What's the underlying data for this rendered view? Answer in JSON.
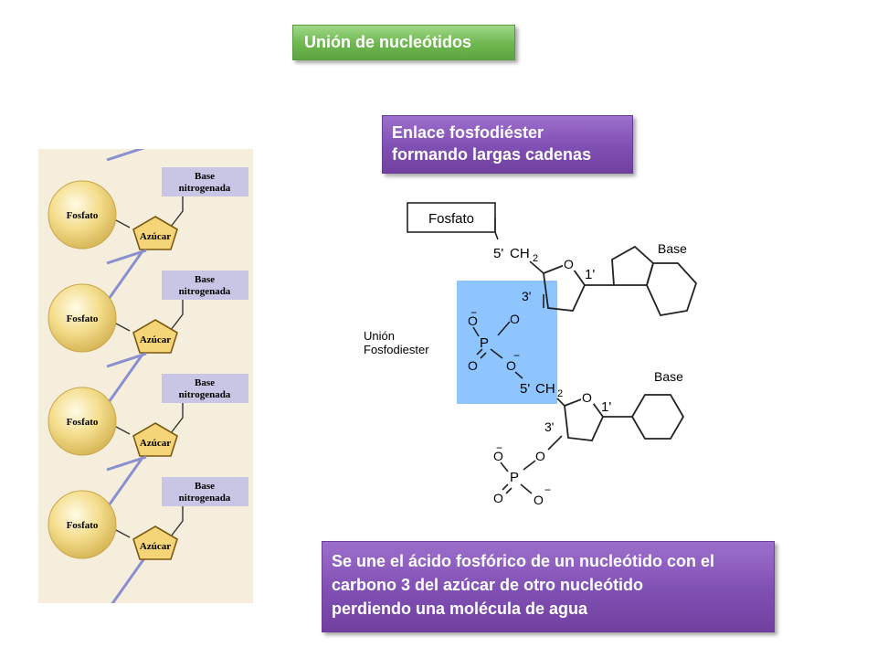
{
  "title": "Unión de nucleótidos",
  "callout_top": {
    "line1": "Enlace fosfodiéster",
    "line2": "formando largas cadenas"
  },
  "callout_bottom": {
    "line1": "Se une el ácido fosfórico de un nucleótido con el",
    "line2": "carbono 3 del azúcar de otro nucleótido",
    "line3": "perdiendo una molécula de agua"
  },
  "left_diagram": {
    "phosphate_label": "Fosfato",
    "sugar_label": "Azúcar",
    "base_line1": "Base",
    "base_line2": "nitrogenada",
    "units": 4,
    "colors": {
      "panel": "#f6eedd",
      "backbone": "#8a8fd0",
      "base_box": "#c9c5e4",
      "sphere": "#f4dd8c",
      "sugar": "#f6d478"
    }
  },
  "chem": {
    "fosfato_box": "Fosfato",
    "union_line1": "Unión",
    "union_line2": "Fosfodiester",
    "base": "Base",
    "c5_prime": "5'",
    "ch2": "CH",
    "sub2": "2",
    "c3_prime": "3'",
    "c1_prime": "1'",
    "o": "O",
    "p": "P",
    "minus": "−",
    "highlight_color": "#8ec5ff"
  }
}
